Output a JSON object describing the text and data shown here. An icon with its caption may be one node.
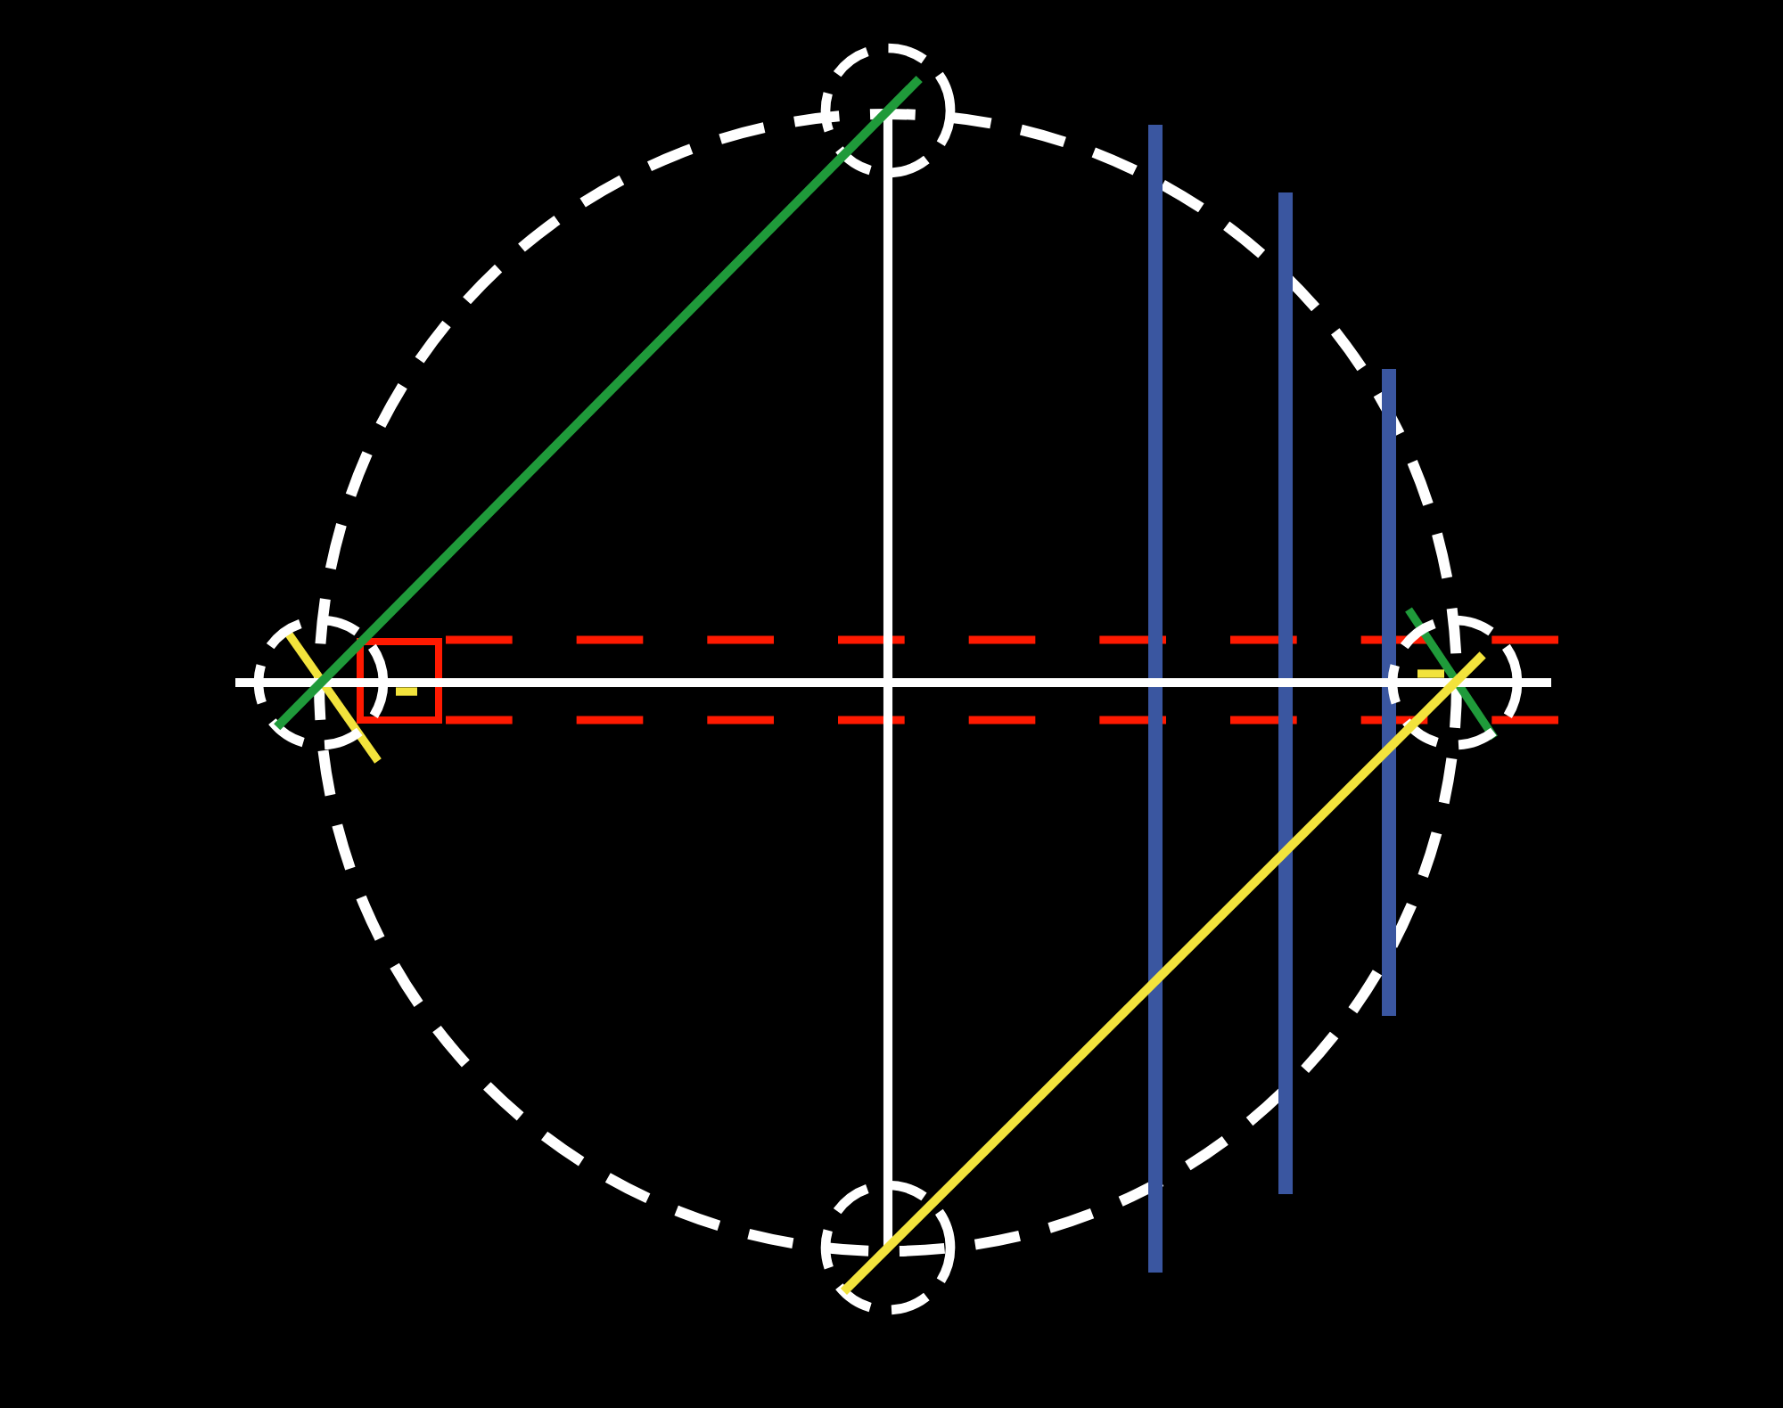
{
  "diagram": {
    "nodes": [
      {
        "text": [],
        "shape": "circle"
      },
      {
        "text": [],
        "shape": "circle"
      },
      {
        "text": [],
        "shape": "circle"
      },
      {
        "text": [],
        "shape": "circle"
      }
    ],
    "edges": [
      {
        "from": 0,
        "to": 3,
        "arrow": "none"
      },
      {
        "from": 1,
        "to": 2,
        "arrow": "none"
      },
      {
        "from": 0,
        "to": 1,
        "arrow": "none",
        "color": "#1f9a3a"
      },
      {
        "from": 2,
        "to": 3,
        "arrow": "none",
        "color": "#f2e33c"
      }
    ]
  }
}
